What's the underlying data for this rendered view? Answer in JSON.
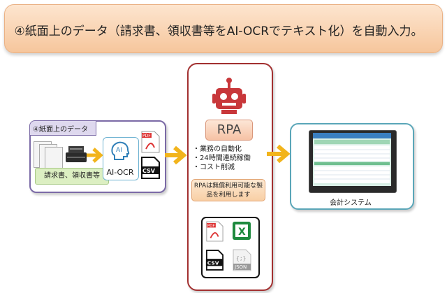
{
  "banner": {
    "title": "④紙面上のデータ（請求書、領収書等をAI-OCRでテキスト化）を自動入力。"
  },
  "input_group": {
    "tab_label": "④紙面上のデータ",
    "documents_label": "請求書、領収書等",
    "ai_label": "AI-OCR",
    "ai_icon_text": "AI",
    "pdf_icon_text": "PDF",
    "csv_icon_text": "CSV"
  },
  "rpa_group": {
    "title": "RPA",
    "features": [
      "・業務の自動化",
      "・24時間連続稼働",
      "・コスト削減"
    ],
    "note": "RPAは無償利用可能な製品を利用します",
    "file_icons": {
      "pdf": "PDF",
      "excel": "X",
      "csv": "CSV",
      "json_braces": "{;}",
      "json": "JSON"
    }
  },
  "system_group": {
    "label": "会計システム"
  },
  "colors": {
    "banner": "#f6c69c",
    "input_border": "#7b6aa6",
    "rpa_border": "#a23030",
    "system_border": "#5aa6b8",
    "arrow": "#f2b41c",
    "robot": "#c8373a"
  }
}
